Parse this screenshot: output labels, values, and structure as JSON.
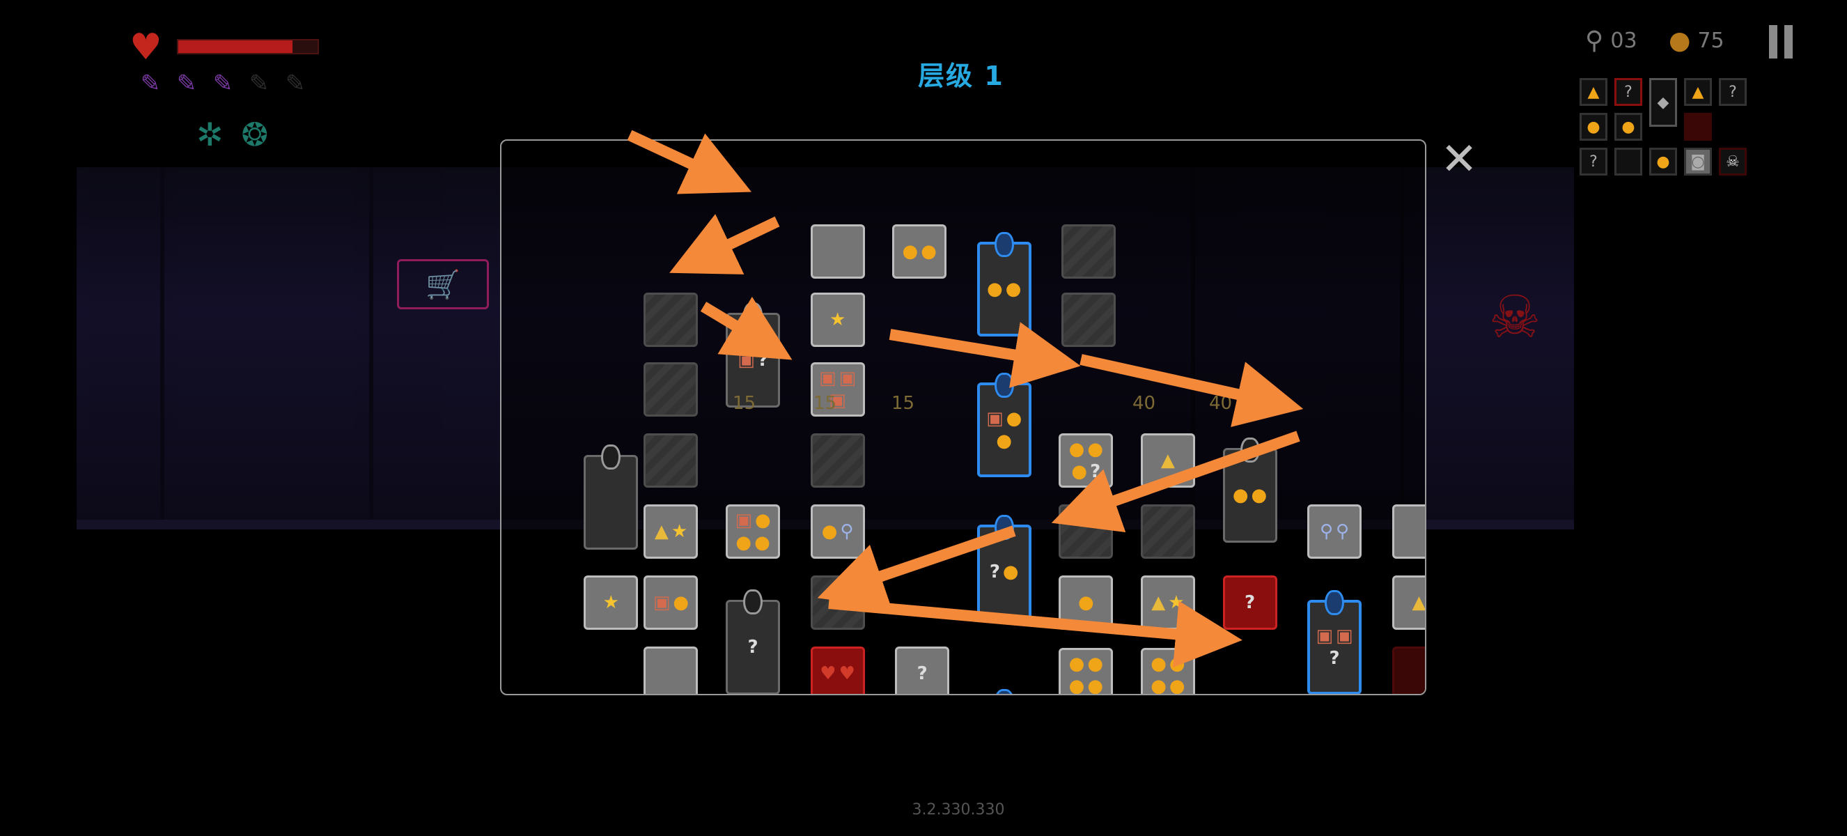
{
  "title": "层级 1",
  "version": "3.2.330.330",
  "hud": {
    "health_fraction": 0.82,
    "ammo_full": 3,
    "ammo_total": 5,
    "keys": "03",
    "coins": "75"
  },
  "icons": {
    "heart": "heart-icon",
    "key": "key-icon",
    "coin": "coin-icon",
    "close": "close-icon",
    "pause": "pause-icon"
  },
  "colors": {
    "title": "#27a9e1",
    "current_room_border": "#2e8cf0",
    "arrow": "#f5893a",
    "boss_room": "#3a0606",
    "start_room": "#62ff3e"
  },
  "prices": [
    "15",
    "15",
    "15",
    "40",
    "40"
  ],
  "rooms": {
    "q_label": "?"
  }
}
